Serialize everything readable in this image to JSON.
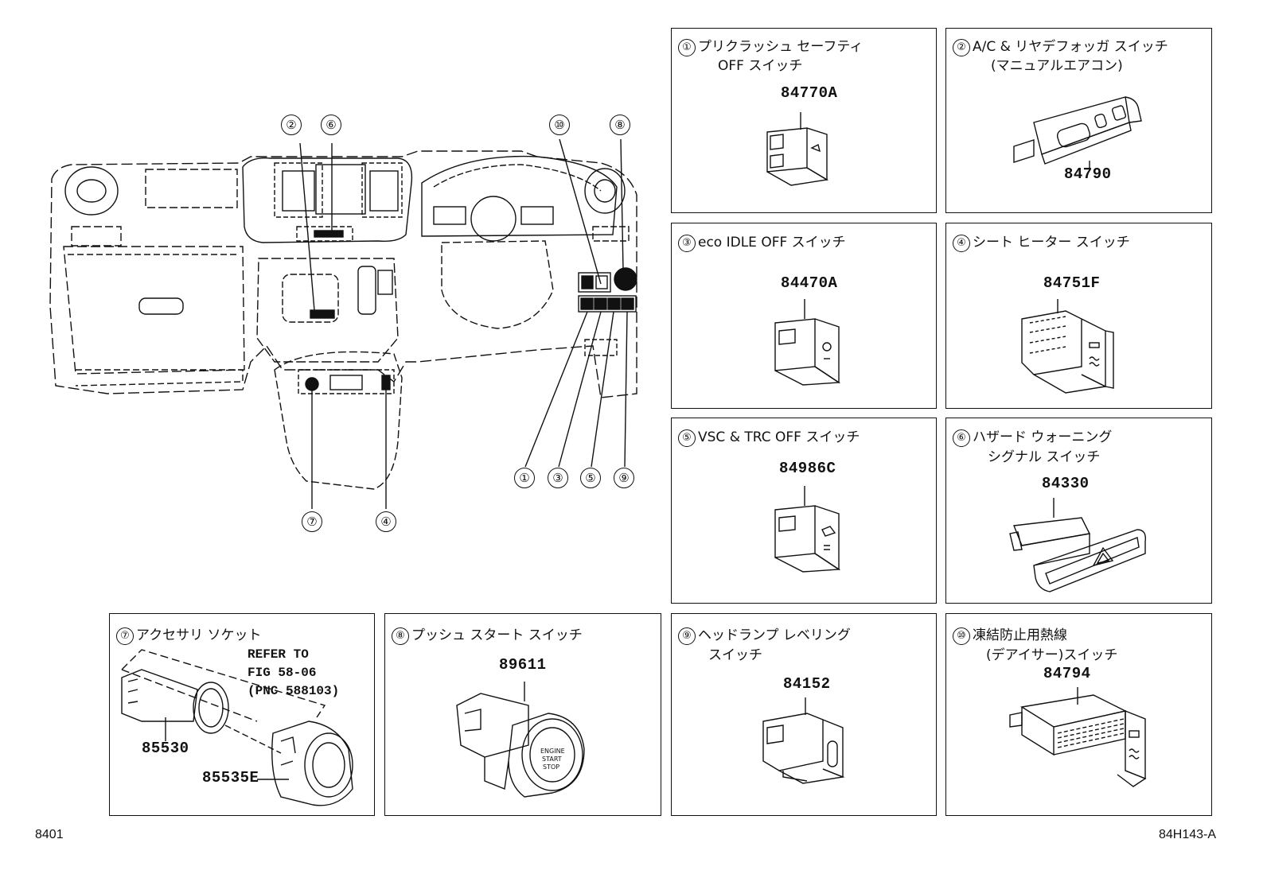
{
  "overview": {
    "callouts": [
      "①",
      "②",
      "③",
      "④",
      "⑤",
      "⑥",
      "⑦",
      "⑧",
      "⑨",
      "⑩"
    ]
  },
  "panels": [
    {
      "num": "①",
      "title1": "プリクラッシュ セーフティ",
      "title2": "OFF スイッチ",
      "part": "84770A",
      "icon": "pre-crash-switch-icon"
    },
    {
      "num": "②",
      "title1": "A/C & リヤデフォッガ スイッチ",
      "title2": "(マニュアルエアコン)",
      "part": "84790",
      "icon": "ac-defogger-switch-icon"
    },
    {
      "num": "③",
      "title1": "eco IDLE OFF スイッチ",
      "title2": "",
      "part": "84470A",
      "icon": "eco-idle-switch-icon"
    },
    {
      "num": "④",
      "title1": "シート ヒーター スイッチ",
      "title2": "",
      "part": "84751F",
      "icon": "seat-heater-switch-icon"
    },
    {
      "num": "⑤",
      "title1": "VSC & TRC OFF スイッチ",
      "title2": "",
      "part": "84986C",
      "icon": "vsc-trc-switch-icon"
    },
    {
      "num": "⑥",
      "title1": "ハザード ウォーニング",
      "title2": "シグナル スイッチ",
      "part": "84330",
      "icon": "hazard-switch-icon"
    },
    {
      "num": "⑦",
      "title1": "アクセサリ ソケット",
      "title2": "",
      "part": "85530",
      "part2": "85535E",
      "ref1": "REFER TO",
      "ref2": "FIG 58-06",
      "ref3": "(PNC 588103)",
      "icon": "accessory-socket-icon"
    },
    {
      "num": "⑧",
      "title1": "プッシュ スタート スイッチ",
      "title2": "",
      "part": "89611",
      "icon": "push-start-switch-icon"
    },
    {
      "num": "⑨",
      "title1": "ヘッドランプ レベリング",
      "title2": "スイッチ",
      "part": "84152",
      "icon": "headlamp-leveling-switch-icon"
    },
    {
      "num": "⑩",
      "title1": "凍結防止用熱線",
      "title2": "(デアイサー)スイッチ",
      "part": "84794",
      "icon": "deicer-switch-icon"
    }
  ],
  "footer": {
    "left": "8401",
    "right": "84H143-A"
  }
}
